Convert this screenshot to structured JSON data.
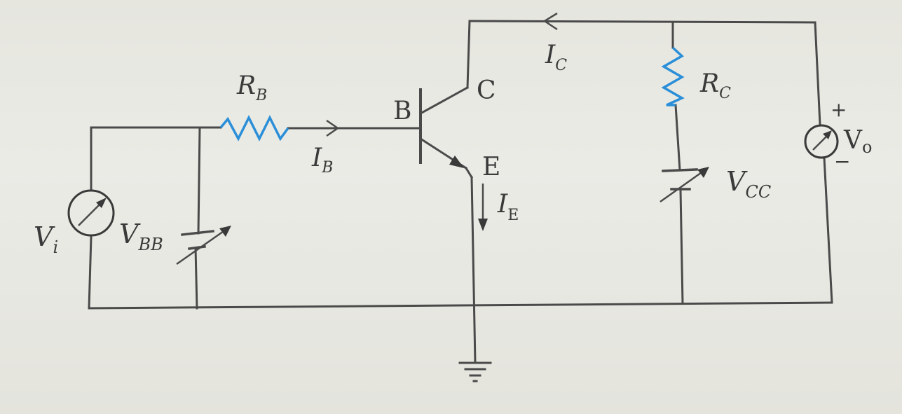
{
  "labels": {
    "rb": "R",
    "rb_sub": "B",
    "ib": "I",
    "ib_sub": "B",
    "base": "B",
    "collector": "C",
    "emitter": "E",
    "ic": "I",
    "ic_sub": "C",
    "ie": "I",
    "ie_sub": "E",
    "rc": "R",
    "rc_sub": "C",
    "vcc": "V",
    "vcc_sub": "CC",
    "vi": "V",
    "vi_sub": "i",
    "vbb": "V",
    "vbb_sub": "BB",
    "vo": "V",
    "vo_sub": "o",
    "plus": "+",
    "minus": "−"
  },
  "colors": {
    "wire": "#4a4a4a",
    "resistor": "#2a8fd8",
    "background": "#e9e9e3"
  },
  "icons": {
    "meter": "meter-icon",
    "battery": "variable-battery-icon",
    "ground": "ground-icon",
    "transistor": "npn-transistor-icon"
  }
}
